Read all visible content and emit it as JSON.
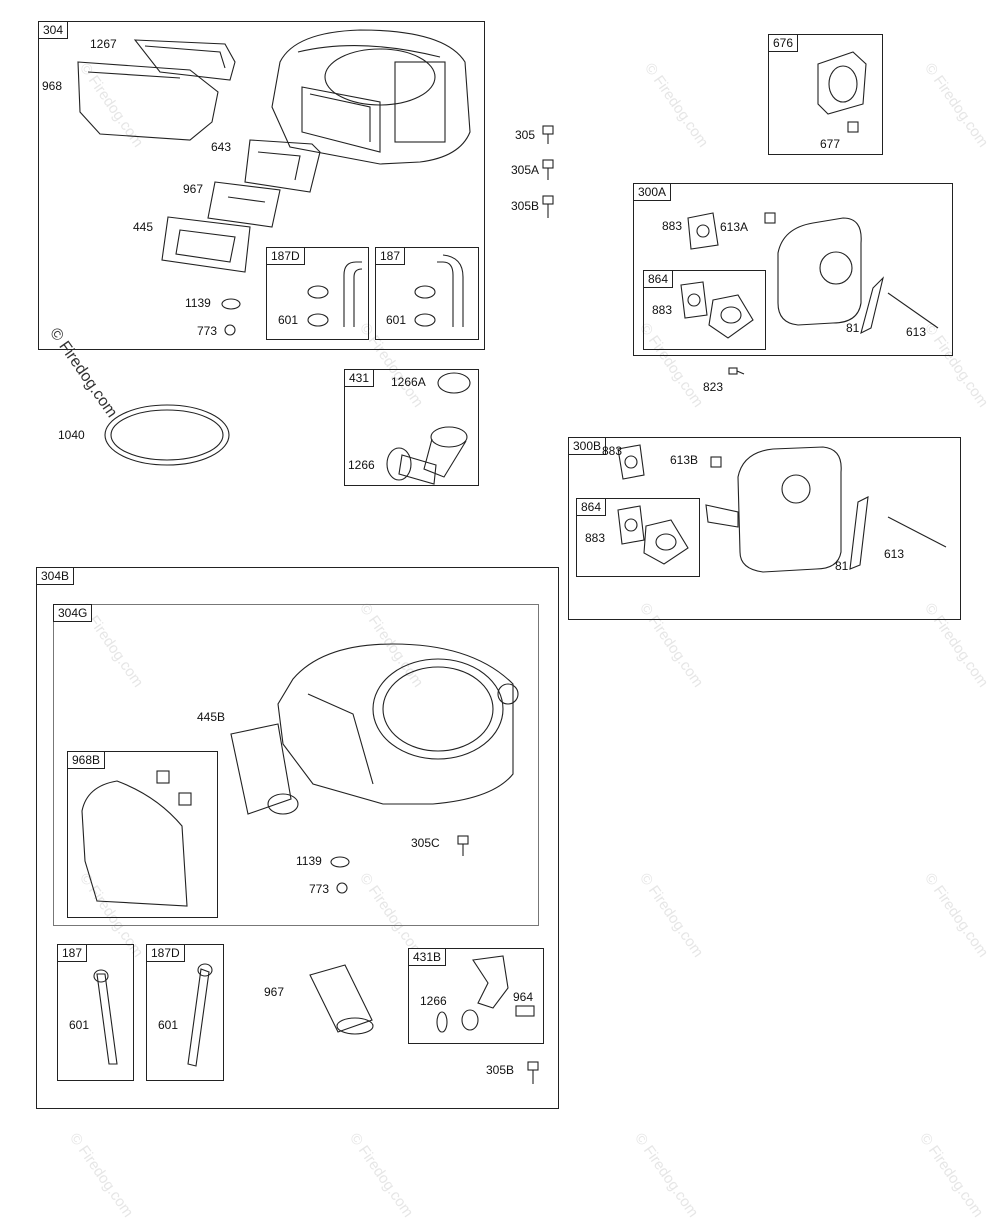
{
  "watermark": "© Firedog.com",
  "copyright": "© Firedog.com",
  "boxes": {
    "b304": "304",
    "b187D_top": "187D",
    "b187_top": "187",
    "b431": "431",
    "b676": "676",
    "b300A": "300A",
    "b864_a": "864",
    "b300B": "300B",
    "b864_b": "864",
    "b304B": "304B",
    "b304G": "304G",
    "b968B": "968B",
    "b187_bot": "187",
    "b187D_bot": "187D",
    "b431B": "431B"
  },
  "labels": {
    "l1267": "1267",
    "l968": "968",
    "l643": "643",
    "l967": "967",
    "l445": "445",
    "l1139": "1139",
    "l773": "773",
    "l601a": "601",
    "l601b": "601",
    "l1040": "1040",
    "l1266A": "1266A",
    "l1266": "1266",
    "l305": "305",
    "l305A": "305A",
    "l305B": "305B",
    "l677": "677",
    "l883a": "883",
    "l613A": "613A",
    "l883b": "883",
    "l81a": "81",
    "l613a": "613",
    "l823": "823",
    "l883c": "883",
    "l613B": "613B",
    "l883d": "883",
    "l81b": "81",
    "l613b": "613",
    "l445B": "445B",
    "l305C": "305C",
    "l1139b": "1139",
    "l773b": "773",
    "l601c": "601",
    "l601d": "601",
    "l967b": "967",
    "l1266b": "1266",
    "l964": "964",
    "l305Bb": "305B"
  }
}
